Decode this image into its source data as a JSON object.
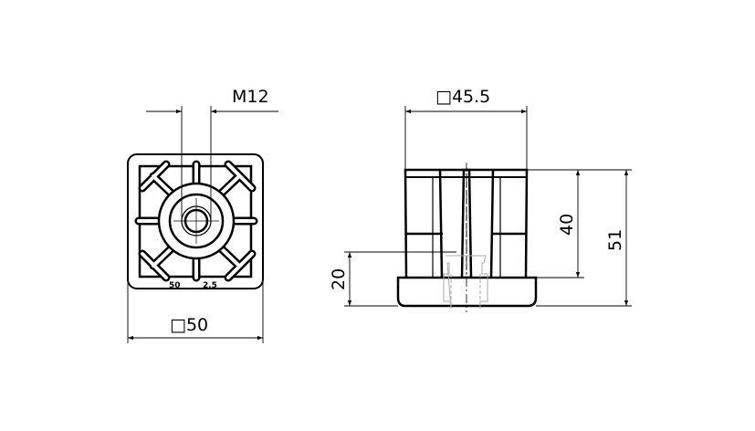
{
  "dimensions": {
    "thread": "M12",
    "base_square": "□50",
    "top_square": "□45.5",
    "inner_height": "40",
    "total_height": "51",
    "cap_height": "20"
  },
  "embossed_marks": {
    "left": "50",
    "right": "2.5"
  },
  "colors": {
    "line": "#000000",
    "hidden": "#999999"
  }
}
